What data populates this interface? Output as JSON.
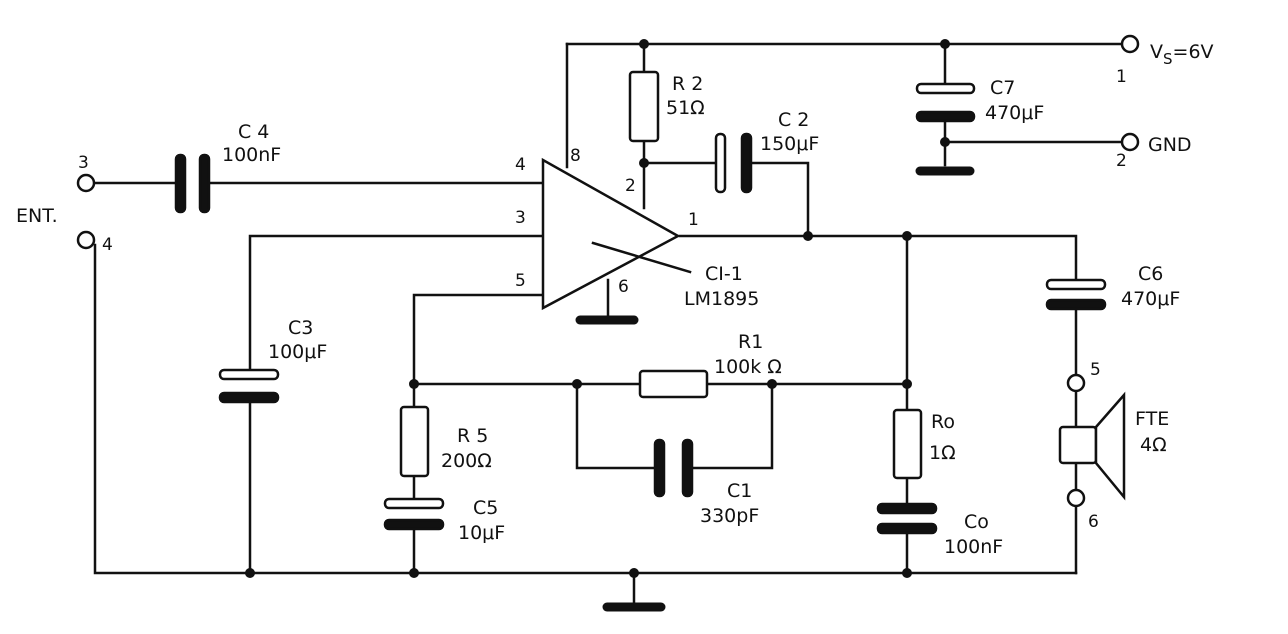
{
  "supply": {
    "pin": "1",
    "label": "V",
    "sub": "S",
    "tail": "=6V"
  },
  "gnd_terminal": {
    "pin": "2",
    "label": "GND"
  },
  "input": {
    "pin_a": "3",
    "pin_b": "4",
    "label": "ENT."
  },
  "ic": {
    "ref": "CI-1",
    "part": "LM1895",
    "pin1": "1",
    "pin2": "2",
    "pin3": "3",
    "pin4": "4",
    "pin5": "5",
    "pin6": "6",
    "pin8": "8"
  },
  "components": {
    "r2": {
      "ref": "R 2",
      "value": "51Ω"
    },
    "c2": {
      "ref": "C 2",
      "value": "150μF"
    },
    "c7": {
      "ref": "C7",
      "value": "470μF"
    },
    "c4": {
      "ref": "C 4",
      "value": "100nF"
    },
    "c3": {
      "ref": "C3",
      "value": "100μF"
    },
    "r1": {
      "ref": "R1",
      "value": "100k Ω"
    },
    "c1": {
      "ref": "C1",
      "value": "330pF"
    },
    "r5": {
      "ref": "R 5",
      "value": "200Ω"
    },
    "c5": {
      "ref": "C5",
      "value": "10μF"
    },
    "ro": {
      "ref": "Ro",
      "value": "1Ω"
    },
    "co": {
      "ref": "Co",
      "value": "100nF"
    },
    "c6": {
      "ref": "C6",
      "value": "470μF"
    }
  },
  "speaker": {
    "ref": "FTE",
    "value": "4Ω",
    "pin_a": "5",
    "pin_b": "6"
  }
}
